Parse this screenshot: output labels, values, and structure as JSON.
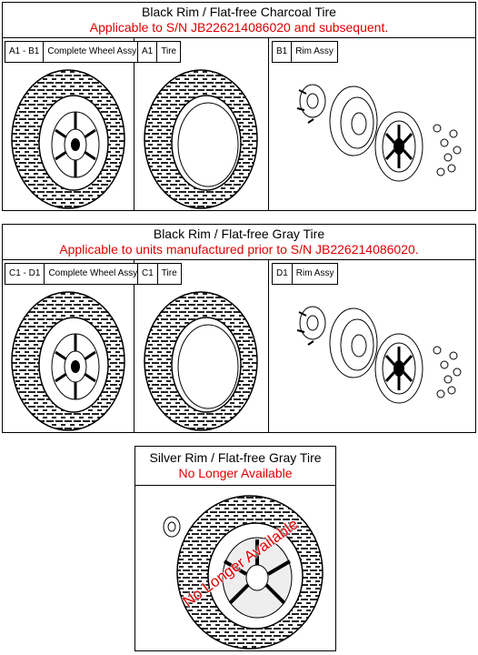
{
  "sections": [
    {
      "title": "Black Rim / Flat-free Charcoal Tire",
      "subtitle": "Applicable to S/N JB226214086020 and subsequent.",
      "panels": [
        {
          "code": "A1 - B1",
          "label": "Complete Wheel Assy"
        },
        {
          "code": "A1",
          "label": "Tire"
        },
        {
          "code": "B1",
          "label": "Rim Assy"
        }
      ]
    },
    {
      "title": "Black Rim / Flat-free Gray Tire",
      "subtitle": "Applicable to units manufactured prior to S/N JB226214086020.",
      "panels": [
        {
          "code": "C1 - D1",
          "label": "Complete Wheel Assy"
        },
        {
          "code": "C1",
          "label": "Tire"
        },
        {
          "code": "D1",
          "label": "Rim Assy"
        }
      ]
    },
    {
      "title": "Silver Rim / Flat-free Gray Tire",
      "subtitle": "No Longer Available",
      "overlay": "No Longer Available"
    }
  ],
  "colors": {
    "accent": "#e00000",
    "line": "#000000"
  },
  "icons": [
    "wheel-assembly-icon",
    "tire-icon",
    "rim-assembly-icon",
    "silver-wheel-icon"
  ]
}
